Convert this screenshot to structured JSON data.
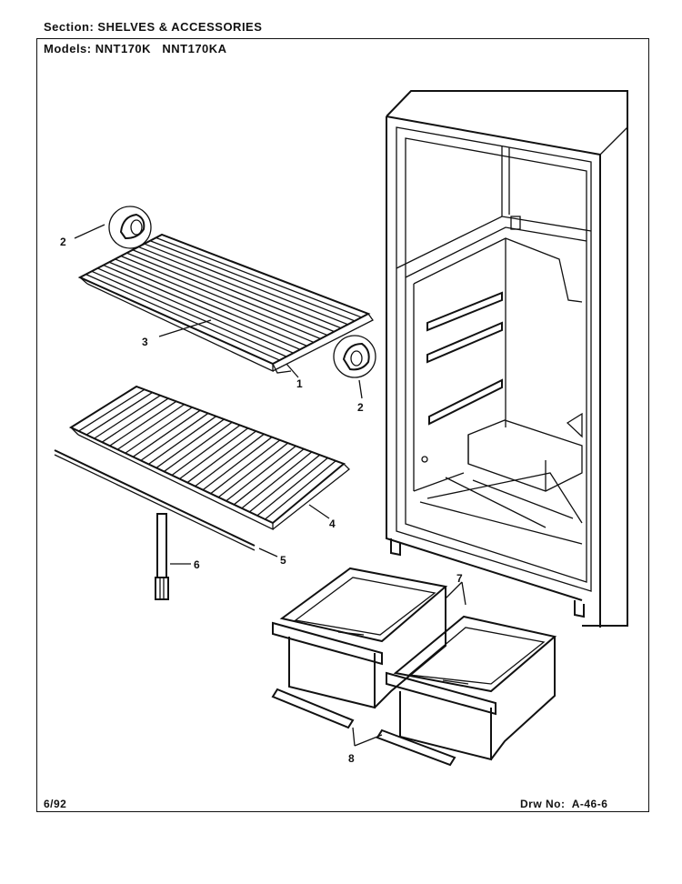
{
  "header": {
    "section_label": "Section:",
    "section_value": "SHELVES & ACCESSORIES",
    "models_label": "Models:",
    "models_value": "NNT170K   NNT170KA"
  },
  "callouts": [
    "1",
    "2",
    "2",
    "3",
    "4",
    "5",
    "6",
    "7",
    "8"
  ],
  "footer": {
    "date": "6/92",
    "drawing_number": "Drw No:  A-46-6"
  }
}
